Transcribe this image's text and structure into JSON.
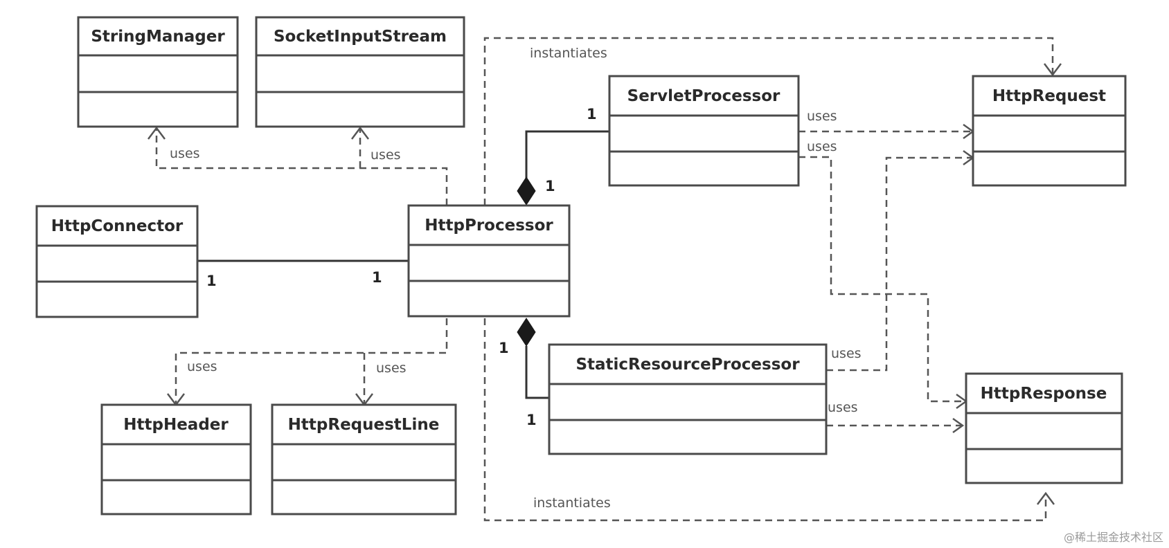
{
  "classes": {
    "string_manager": "StringManager",
    "socket_input_stream": "SocketInputStream",
    "http_connector": "HttpConnector",
    "http_processor": "HttpProcessor",
    "servlet_processor": "ServletProcessor",
    "http_request": "HttpRequest",
    "http_header": "HttpHeader",
    "http_request_line": "HttpRequestLine",
    "static_resource_processor": "StaticResourceProcessor",
    "http_response": "HttpResponse"
  },
  "labels": {
    "instantiates_top": "instantiates",
    "instantiates_bottom": "instantiates",
    "uses_string_manager": "uses",
    "uses_socket_input_stream": "uses",
    "uses_servlet_request": "uses",
    "uses_servlet_response": "uses",
    "uses_header": "uses",
    "uses_request_line": "uses",
    "uses_static_request": "uses",
    "uses_static_response": "uses"
  },
  "multiplicities": {
    "connector_side": "1",
    "processor_side": "1",
    "servlet_end": "1",
    "servlet_composite": "1",
    "static_composite": "1",
    "static_end": "1"
  },
  "watermark": "@稀土掘金技术社区"
}
